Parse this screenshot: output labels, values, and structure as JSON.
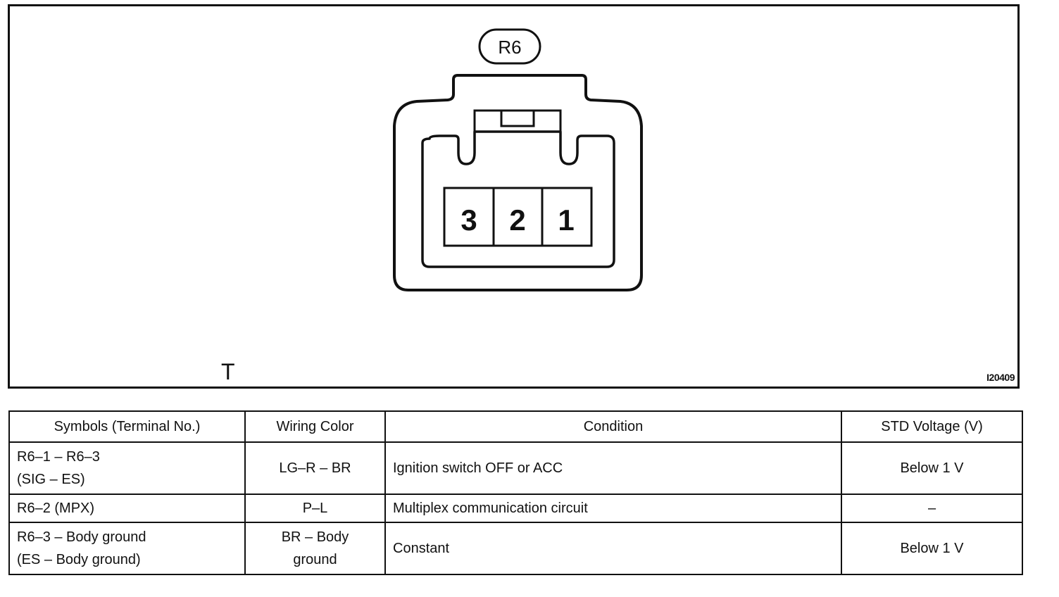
{
  "diagram": {
    "connector_tag": "R6",
    "pins": [
      "3",
      "2",
      "1"
    ],
    "view_letter": "T",
    "figure_code": "I20409"
  },
  "table": {
    "headers": [
      "Symbols (Terminal No.)",
      "Wiring Color",
      "Condition",
      "STD Voltage (V)"
    ],
    "rows": [
      {
        "symbols": [
          "R6–1 – R6–3",
          "(SIG – ES)"
        ],
        "wiring": [
          "LG–R – BR"
        ],
        "condition": "Ignition switch OFF or ACC",
        "voltage": "Below 1 V"
      },
      {
        "symbols": [
          "R6–2 (MPX)"
        ],
        "wiring": [
          "P–L"
        ],
        "condition": "Multiplex communication circuit",
        "voltage": "–"
      },
      {
        "symbols": [
          "R6–3 – Body ground",
          "(ES – Body ground)"
        ],
        "wiring": [
          "BR – Body",
          "ground"
        ],
        "condition": "Constant",
        "voltage": "Below 1 V"
      }
    ]
  }
}
